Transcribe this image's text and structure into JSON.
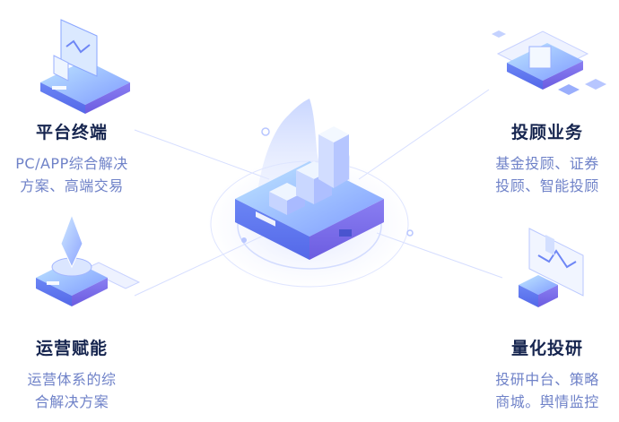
{
  "features": [
    {
      "title": "平台终端",
      "desc_line1": "PC/APP综合解决",
      "desc_line2": "方案、高端交易"
    },
    {
      "title": "投顾业务",
      "desc_line1": "基金投顾、证券",
      "desc_line2": "投顾、智能投顾"
    },
    {
      "title": "运营赋能",
      "desc_line1": "运营体系的综",
      "desc_line2": "合解决方案"
    },
    {
      "title": "量化投研",
      "desc_line1": "投研中台、策略",
      "desc_line2": "商城。舆情监控"
    }
  ],
  "colors": {
    "title": "#16254f",
    "desc": "#6f82c8",
    "accent": "#5b6cf2",
    "light_accent": "#dde4ff"
  }
}
